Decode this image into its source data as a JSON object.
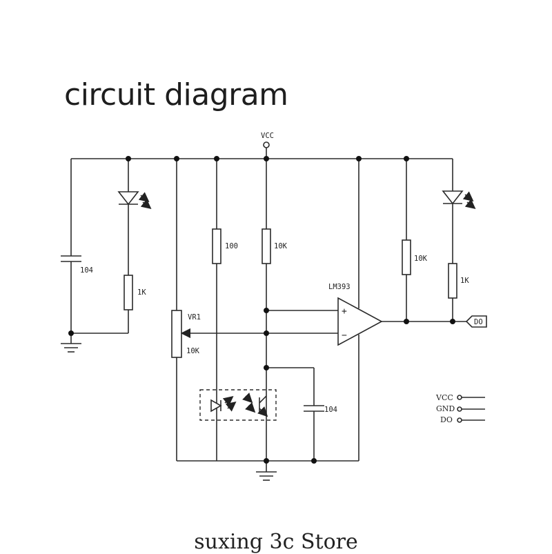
{
  "title": "circuit diagram",
  "footer": "suxing 3c Store",
  "labels": {
    "vcc": "VCC",
    "c1": "104",
    "r_led1": "1K",
    "r100": "100",
    "r10k": "10K",
    "vr1": "VR1",
    "vr1_value": "10K",
    "comparator": "LM393",
    "plus": "+",
    "minus": "−",
    "r_pullup": "10K",
    "r_led2": "1K",
    "do": "DO",
    "c2": "104"
  },
  "pins": [
    {
      "label": "VCC"
    },
    {
      "label": "GND"
    },
    {
      "label": "DO"
    }
  ]
}
